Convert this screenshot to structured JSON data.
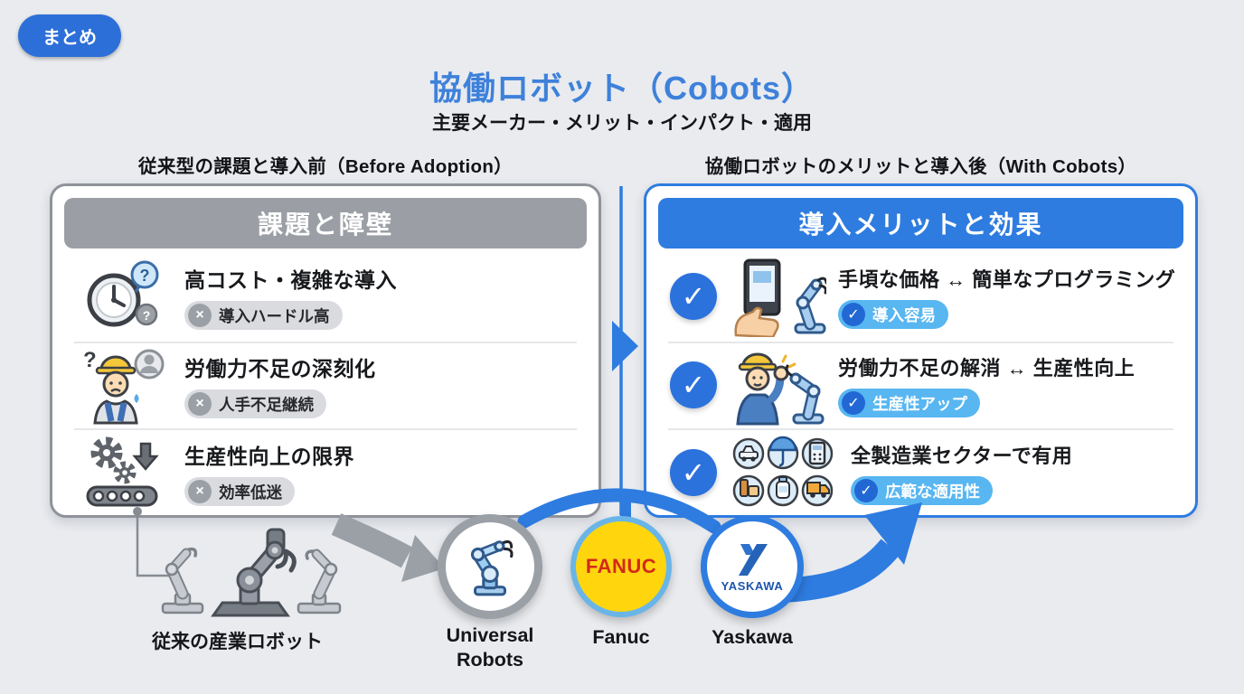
{
  "badge": {
    "label": "まとめ"
  },
  "header": {
    "title": "協働ロボット（Cobots）",
    "subtitle": "主要メーカー・メリット・インパクト・適用"
  },
  "left_section": {
    "heading": "従来型の課題と導入前（Before Adoption）",
    "panel_header": "課題と障壁",
    "items": [
      {
        "icon": "clock-question-icon",
        "title": "高コスト・複雑な導入",
        "tag": "導入ハードル高"
      },
      {
        "icon": "worker-shortage-icon",
        "title": "労働力不足の深刻化",
        "tag": "人手不足継続"
      },
      {
        "icon": "gears-conveyor-icon",
        "title": "生産性向上の限界",
        "tag": "効率低迷"
      }
    ]
  },
  "right_section": {
    "heading": "協働ロボットのメリットと導入後（With Cobots）",
    "panel_header": "導入メリットと効果",
    "items": [
      {
        "icon": "tablet-robot-icon",
        "title": "手頃な価格 ↔ 簡単なプログラミング",
        "tag": "導入容易"
      },
      {
        "icon": "worker-robot-icon",
        "title": "労働力不足の解消 ↔ 生産性向上",
        "tag": "生産性アップ"
      },
      {
        "icon": "industry-sectors-icon",
        "title": "全製造業セクターで有用",
        "tag": "広範な適用性"
      }
    ]
  },
  "bottom": {
    "legacy_label": "従来の産業ロボット",
    "manufacturers": [
      {
        "name": "Universal Robots",
        "logo_text": ""
      },
      {
        "name": "Fanuc",
        "logo_text": "FANUC"
      },
      {
        "name": "Yaskawa",
        "logo_text": "YASKAWA"
      }
    ]
  },
  "icons": {
    "check": "✓",
    "cross": "×"
  },
  "colors": {
    "background": "#e9ebef",
    "accent_blue": "#2e7ce0",
    "title_blue": "#3e81da",
    "header_gray": "#9b9fa5",
    "tag_gray": "#d9dbde",
    "tag_blue": "#58b6f1",
    "check_blue": "#2b72dc",
    "fanuc_yellow": "#ffd60d",
    "fanuc_red": "#d2291a",
    "yaskawa_blue": "#1c55ad",
    "arrow_gray": "#9aa0a6"
  }
}
